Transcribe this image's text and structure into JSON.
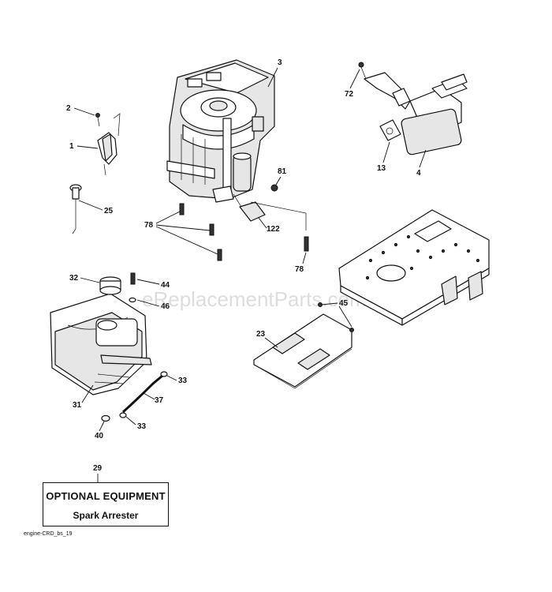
{
  "watermark": "eReplacementParts.com",
  "callouts": {
    "c1": "1",
    "c2": "2",
    "c3": "3",
    "c4": "4",
    "c13": "13",
    "c23": "23",
    "c25": "25",
    "c29": "29",
    "c31": "31",
    "c32": "32",
    "c33a": "33",
    "c33b": "33",
    "c37": "37",
    "c40": "40",
    "c44": "44",
    "c45": "45",
    "c46": "46",
    "c72": "72",
    "c78a": "78",
    "c78b": "78",
    "c81": "81",
    "c122": "122"
  },
  "optional_box": {
    "title": "OPTIONAL EQUIPMENT",
    "subtitle": "Spark Arrester"
  },
  "footer_code": "engine-CRD_bs_19"
}
